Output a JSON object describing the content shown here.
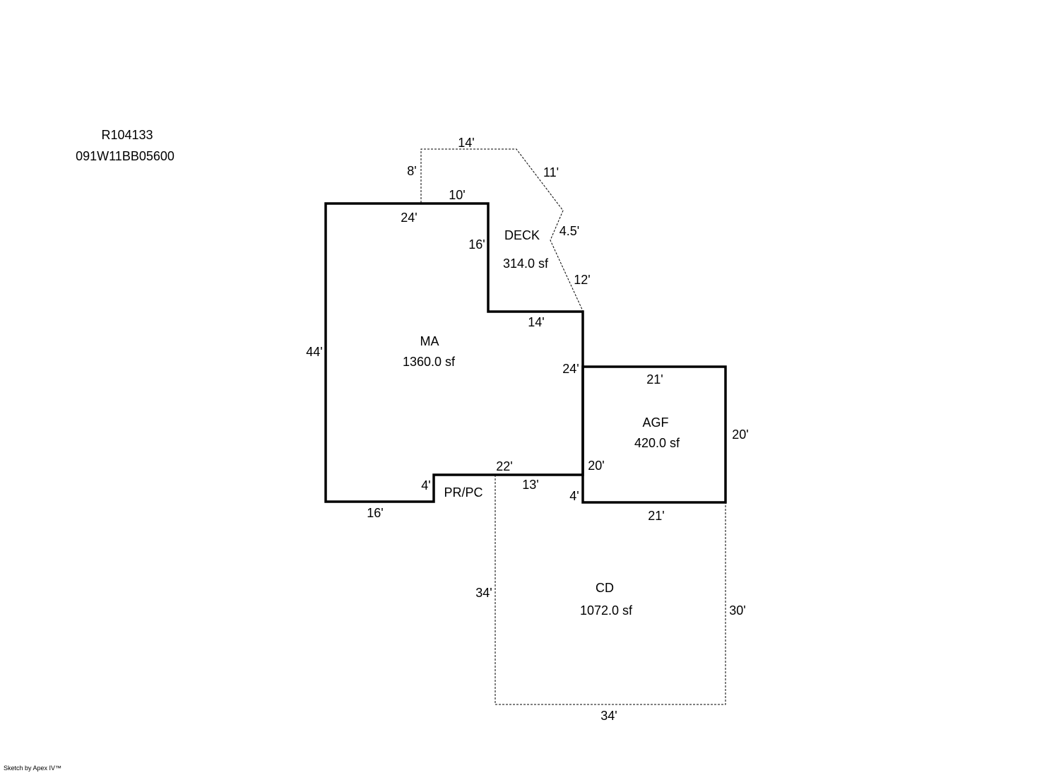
{
  "header": {
    "record_id": "R104133",
    "parcel_number": "091W11BB05600"
  },
  "areas": {
    "main": {
      "code": "MA",
      "area": "1360.0 sf"
    },
    "deck": {
      "code": "DECK",
      "area": "314.0 sf"
    },
    "garage": {
      "code": "AGF",
      "area": "420.0 sf"
    },
    "concrete": {
      "code": "CD",
      "area": "1072.0 sf"
    },
    "porch": {
      "code": "PR/PC"
    }
  },
  "dimensions": {
    "main_left": "44'",
    "main_top": "24'",
    "main_bottom": "16'",
    "main_notch_right": "16'",
    "main_notch_bottom": "14'",
    "main_right": "24'",
    "porch_top": "22'",
    "porch_left": "4'",
    "deck_top": "14'",
    "deck_left": "8'",
    "deck_base": "10'",
    "deck_diag_upper": "11'",
    "deck_jog": "4.5'",
    "deck_diag_lower": "12'",
    "garage_top": "21'",
    "garage_bottom": "21'",
    "garage_right": "20'",
    "garage_left": "20'",
    "garage_stub": "4'",
    "concrete_top": "13'",
    "concrete_left": "34'",
    "concrete_right": "30'",
    "concrete_bottom": "34'"
  },
  "footer": {
    "credit": "Sketch by Apex IV™"
  },
  "colors": {
    "line": "#000000",
    "background": "#ffffff"
  }
}
